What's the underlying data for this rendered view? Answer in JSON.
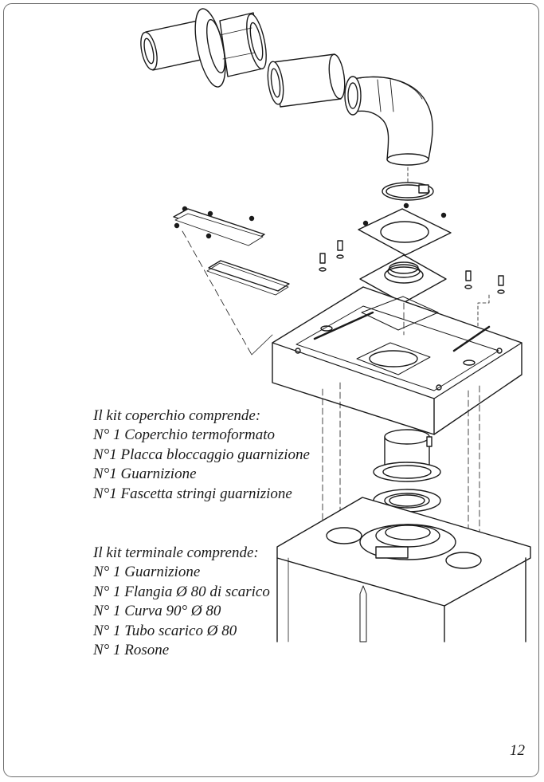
{
  "kit_coperchio": {
    "heading": "Il kit coperchio comprende:",
    "items": [
      "N° 1 Coperchio termoformato",
      "N°1  Placca bloccaggio guarnizione",
      "N°1  Guarnizione",
      "N°1  Fascetta stringi guarnizione"
    ]
  },
  "kit_terminale": {
    "heading": "Il kit terminale comprende:",
    "items": [
      "N° 1 Guarnizione",
      "N° 1 Flangia Ø 80 di scarico",
      "N° 1 Curva 90° Ø 80",
      "N° 1 Tubo scarico Ø 80",
      "N° 1 Rosone"
    ]
  },
  "page_number": "12"
}
